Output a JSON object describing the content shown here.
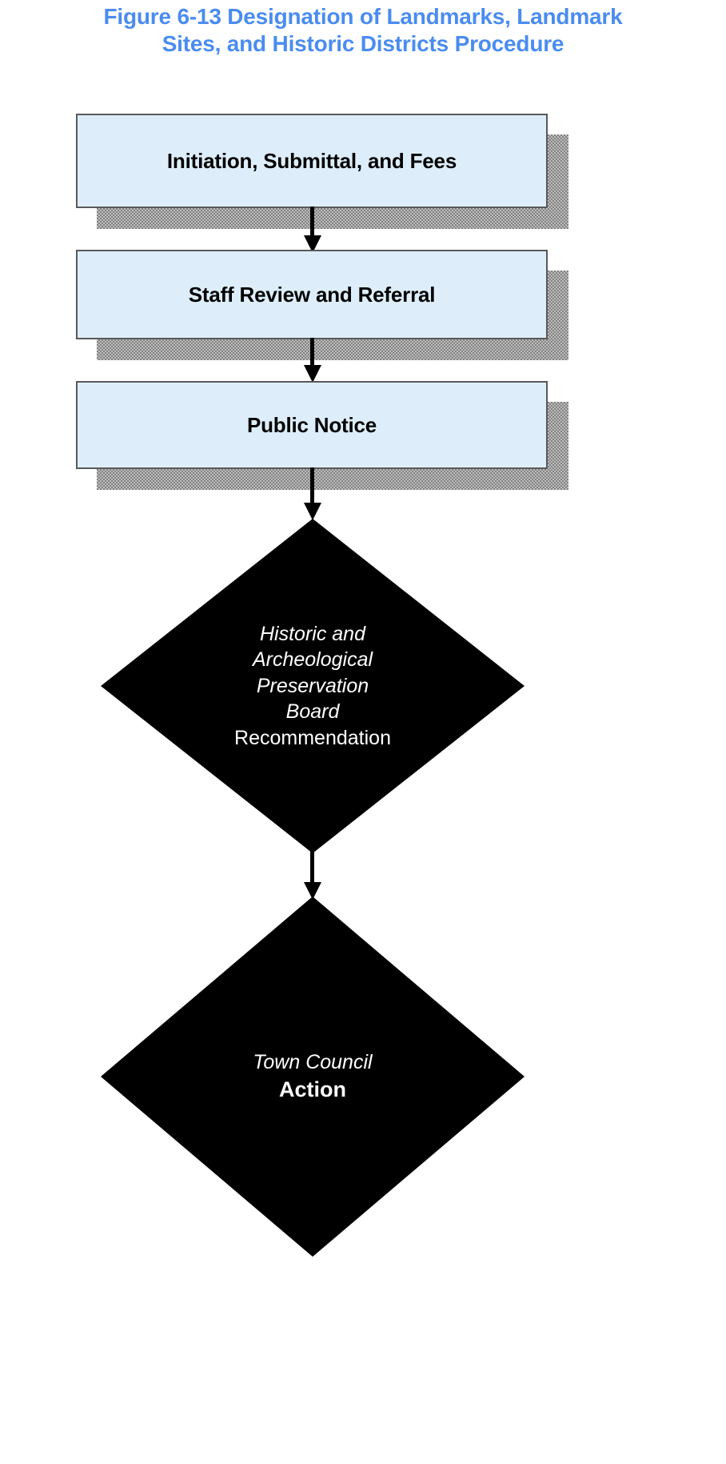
{
  "figure": {
    "title_line1": "Figure 6-13 Designation of Landmarks, Landmark",
    "title_line2": "Sites, and Historic Districts Procedure",
    "title_color": "#4a8cf0"
  },
  "colors": {
    "box_fill": "#ddeefa",
    "box_border": "#595959",
    "shadow": "#a6a6a6",
    "diamond_fill": "#000000",
    "diamond_text": "#ffffff",
    "connector": "#000000"
  },
  "chart_data": {
    "type": "diagram",
    "subtype": "flowchart",
    "title": "Figure 6-13 Designation of Landmarks, Landmark Sites, and Historic Districts Procedure",
    "orientation": "top-to-bottom",
    "nodes": [
      {
        "id": "n1",
        "shape": "process-box",
        "label": "Initiation, Submittal, and Fees"
      },
      {
        "id": "n2",
        "shape": "process-box",
        "label": "Staff Review and Referral"
      },
      {
        "id": "n3",
        "shape": "process-box",
        "label": "Public Notice"
      },
      {
        "id": "n4",
        "shape": "decision-diamond",
        "label": "Historic and Archeological Preservation Board Recommendation"
      },
      {
        "id": "n5",
        "shape": "decision-diamond",
        "label": "Town Council Action"
      }
    ],
    "edges": [
      {
        "from": "n1",
        "to": "n2",
        "style": "arrow-down"
      },
      {
        "from": "n2",
        "to": "n3",
        "style": "arrow-down"
      },
      {
        "from": "n3",
        "to": "n4",
        "style": "arrow-down"
      },
      {
        "from": "n4",
        "to": "n5",
        "style": "arrow-down"
      }
    ]
  },
  "boxes": [
    {
      "label": "Initiation, Submittal, and Fees"
    },
    {
      "label": "Staff Review and Referral"
    },
    {
      "label": "Public Notice"
    }
  ],
  "diamonds": [
    {
      "lines": [
        {
          "text": "Historic and",
          "style": "italic"
        },
        {
          "text": "Archeological",
          "style": "italic"
        },
        {
          "text": "Preservation",
          "style": "italic"
        },
        {
          "text": "Board",
          "style": "italic"
        },
        {
          "text": "Recommendation",
          "style": "regular"
        }
      ]
    },
    {
      "lines": [
        {
          "text": "Town Council",
          "style": "italic"
        },
        {
          "text": "Action",
          "style": "bold"
        }
      ]
    }
  ]
}
